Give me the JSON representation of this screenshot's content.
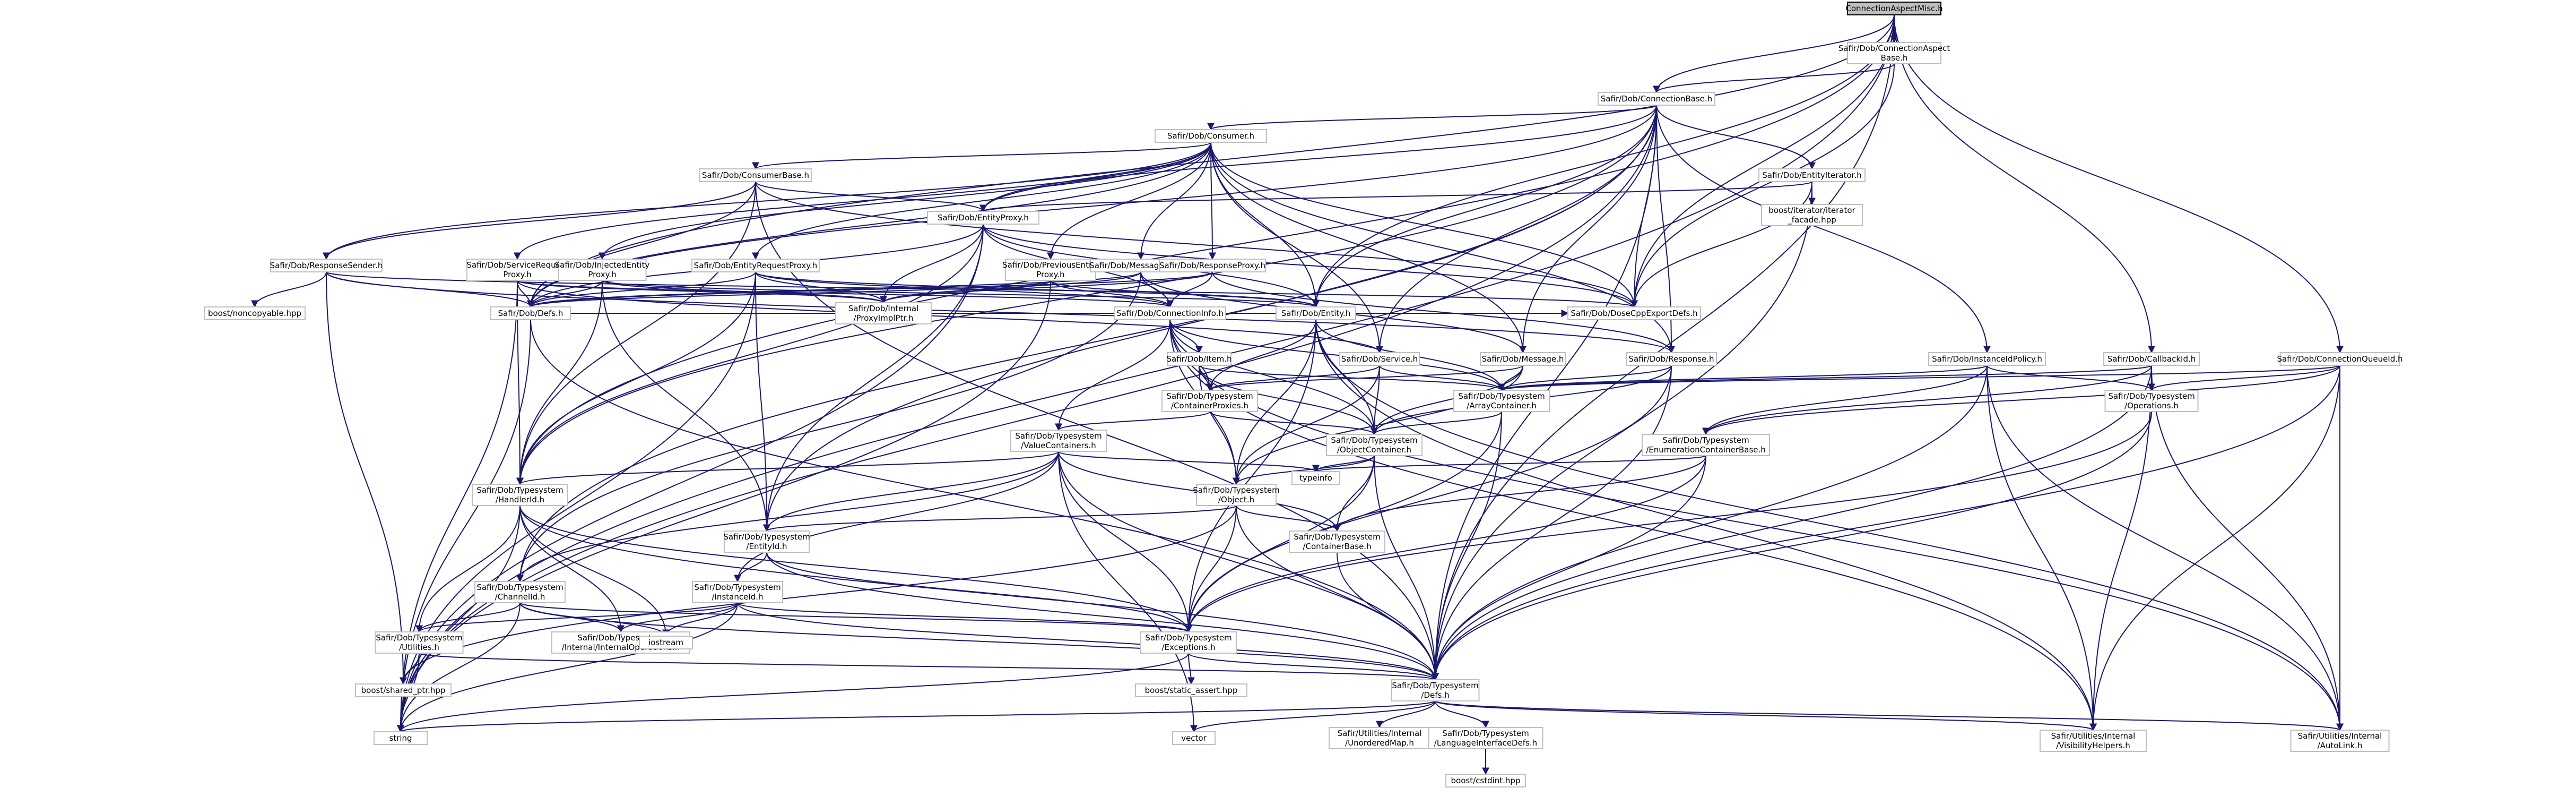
{
  "colors": {
    "edge": "#191970",
    "node_border": "#bfbfbf",
    "root_fill": "#bfbfbf",
    "text": "#000000"
  },
  "nodes": [
    {
      "id": "root",
      "lines": [
        "ConnectionAspectMisc.h"
      ],
      "root": true
    },
    {
      "id": "cab",
      "lines": [
        "Safir/Dob/ConnectionAspect",
        "Base.h"
      ]
    },
    {
      "id": "cb",
      "lines": [
        "Safir/Dob/ConnectionBase.h"
      ]
    },
    {
      "id": "consumer",
      "lines": [
        "Safir/Dob/Consumer.h"
      ]
    },
    {
      "id": "consumerbase",
      "lines": [
        "Safir/Dob/ConsumerBase.h"
      ]
    },
    {
      "id": "entityiter",
      "lines": [
        "Safir/Dob/EntityIterator.h"
      ]
    },
    {
      "id": "boostiter",
      "lines": [
        "boost/iterator/iterator",
        "_facade.hpp"
      ]
    },
    {
      "id": "entityproxy",
      "lines": [
        "Safir/Dob/EntityProxy.h"
      ]
    },
    {
      "id": "respsender",
      "lines": [
        "Safir/Dob/ResponseSender.h"
      ]
    },
    {
      "id": "srvreq",
      "lines": [
        "Safir/Dob/ServiceRequest",
        "Proxy.h"
      ]
    },
    {
      "id": "injent",
      "lines": [
        "Safir/Dob/InjectedEntity",
        "Proxy.h"
      ]
    },
    {
      "id": "entreq",
      "lines": [
        "Safir/Dob/EntityRequestProxy.h"
      ]
    },
    {
      "id": "prevent",
      "lines": [
        "Safir/Dob/PreviousEntity",
        "Proxy.h"
      ]
    },
    {
      "id": "msgproxy",
      "lines": [
        "Safir/Dob/MessageProxy.h"
      ]
    },
    {
      "id": "respproxy",
      "lines": [
        "Safir/Dob/ResponseProxy.h"
      ]
    },
    {
      "id": "noncopy",
      "lines": [
        "boost/noncopyable.hpp"
      ]
    },
    {
      "id": "defs",
      "lines": [
        "Safir/Dob/Defs.h"
      ]
    },
    {
      "id": "implptr",
      "lines": [
        "Safir/Dob/Internal",
        "/ProxyImplPtr.h"
      ]
    },
    {
      "id": "conninfo",
      "lines": [
        "Safir/Dob/ConnectionInfo.h"
      ]
    },
    {
      "id": "entity",
      "lines": [
        "Safir/Dob/Entity.h"
      ]
    },
    {
      "id": "cppexp",
      "lines": [
        "Safir/Dob/DoseCppExportDefs.h"
      ]
    },
    {
      "id": "item",
      "lines": [
        "Safir/Dob/Item.h"
      ]
    },
    {
      "id": "service",
      "lines": [
        "Safir/Dob/Service.h"
      ]
    },
    {
      "id": "message",
      "lines": [
        "Safir/Dob/Message.h"
      ]
    },
    {
      "id": "response",
      "lines": [
        "Safir/Dob/Response.h"
      ]
    },
    {
      "id": "instpolicy",
      "lines": [
        "Safir/Dob/InstanceIdPolicy.h"
      ]
    },
    {
      "id": "callbackid",
      "lines": [
        "Safir/Dob/CallbackId.h"
      ]
    },
    {
      "id": "connqueue",
      "lines": [
        "Safir/Dob/ConnectionQueueId.h"
      ]
    },
    {
      "id": "contproxies",
      "lines": [
        "Safir/Dob/Typesystem",
        "/ContainerProxies.h"
      ]
    },
    {
      "id": "arraycont",
      "lines": [
        "Safir/Dob/Typesystem",
        "/ArrayContainer.h"
      ]
    },
    {
      "id": "operations",
      "lines": [
        "Safir/Dob/Typesystem",
        "/Operations.h"
      ]
    },
    {
      "id": "valueconts",
      "lines": [
        "Safir/Dob/Typesystem",
        "/ValueContainers.h"
      ]
    },
    {
      "id": "objcont",
      "lines": [
        "Safir/Dob/Typesystem",
        "/ObjectContainer.h"
      ]
    },
    {
      "id": "enumcont",
      "lines": [
        "Safir/Dob/Typesystem",
        "/EnumerationContainerBase.h"
      ]
    },
    {
      "id": "typeinfo",
      "lines": [
        "typeinfo"
      ]
    },
    {
      "id": "handlerid",
      "lines": [
        "Safir/Dob/Typesystem",
        "/HandlerId.h"
      ]
    },
    {
      "id": "object",
      "lines": [
        "Safir/Dob/Typesystem",
        "/Object.h"
      ]
    },
    {
      "id": "contbase",
      "lines": [
        "Safir/Dob/Typesystem",
        "/ContainerBase.h"
      ]
    },
    {
      "id": "entityid",
      "lines": [
        "Safir/Dob/Typesystem",
        "/EntityId.h"
      ]
    },
    {
      "id": "channelid",
      "lines": [
        "Safir/Dob/Typesystem",
        "/ChannelId.h"
      ]
    },
    {
      "id": "instid",
      "lines": [
        "Safir/Dob/Typesystem",
        "/InstanceId.h"
      ]
    },
    {
      "id": "utilities",
      "lines": [
        "Safir/Dob/Typesystem",
        "/Utilities.h"
      ]
    },
    {
      "id": "internalops",
      "lines": [
        "Safir/Dob/Typesystem",
        "/Internal/InternalOperations.h"
      ]
    },
    {
      "id": "iostream",
      "lines": [
        "iostream"
      ]
    },
    {
      "id": "exceptions",
      "lines": [
        "Safir/Dob/Typesystem",
        "/Exceptions.h"
      ]
    },
    {
      "id": "sharedptr",
      "lines": [
        "boost/shared_ptr.hpp"
      ]
    },
    {
      "id": "staticassert",
      "lines": [
        "boost/static_assert.hpp"
      ]
    },
    {
      "id": "tsdefs",
      "lines": [
        "Safir/Dob/Typesystem",
        "/Defs.h"
      ]
    },
    {
      "id": "string",
      "lines": [
        "string"
      ]
    },
    {
      "id": "vector",
      "lines": [
        "vector"
      ]
    },
    {
      "id": "unordered",
      "lines": [
        "Safir/Utilities/Internal",
        "/UnorderedMap.h"
      ]
    },
    {
      "id": "langiface",
      "lines": [
        "Safir/Dob/Typesystem",
        "/LanguageInterfaceDefs.h"
      ]
    },
    {
      "id": "cstdint",
      "lines": [
        "boost/cstdint.hpp"
      ]
    },
    {
      "id": "visibility",
      "lines": [
        "Safir/Utilities/Internal",
        "/VisibilityHelpers.h"
      ]
    },
    {
      "id": "autolink",
      "lines": [
        "Safir/Utilities/Internal",
        "/AutoLink.h"
      ]
    }
  ],
  "edges": [
    [
      "root",
      "cab"
    ],
    [
      "root",
      "cb"
    ],
    [
      "root",
      "entity"
    ],
    [
      "root",
      "cppexp"
    ],
    [
      "root",
      "callbackid"
    ],
    [
      "root",
      "connqueue"
    ],
    [
      "root",
      "tsdefs"
    ],
    [
      "root",
      "string"
    ],
    [
      "root",
      "defs"
    ],
    [
      "root",
      "handlerid"
    ],
    [
      "cab",
      "cb"
    ],
    [
      "cab",
      "cppexp"
    ],
    [
      "cb",
      "consumer"
    ],
    [
      "cb",
      "entityiter"
    ],
    [
      "cb",
      "entityproxy"
    ],
    [
      "cb",
      "cppexp"
    ],
    [
      "cb",
      "defs"
    ],
    [
      "cb",
      "handlerid"
    ],
    [
      "cb",
      "entityid"
    ],
    [
      "cb",
      "channelid"
    ],
    [
      "cb",
      "instpolicy"
    ],
    [
      "cb",
      "message"
    ],
    [
      "cb",
      "response"
    ],
    [
      "cb",
      "service"
    ],
    [
      "cb",
      "string"
    ],
    [
      "cb",
      "entity"
    ],
    [
      "cb",
      "tsdefs"
    ],
    [
      "consumer",
      "consumerbase"
    ],
    [
      "consumer",
      "entityproxy"
    ],
    [
      "consumer",
      "respsender"
    ],
    [
      "consumer",
      "srvreq"
    ],
    [
      "consumer",
      "injent"
    ],
    [
      "consumer",
      "entreq"
    ],
    [
      "consumer",
      "prevent"
    ],
    [
      "consumer",
      "msgproxy"
    ],
    [
      "consumer",
      "respproxy"
    ],
    [
      "consumer",
      "cppexp"
    ],
    [
      "consumer",
      "defs"
    ],
    [
      "consumer",
      "entity"
    ],
    [
      "consumer",
      "service"
    ],
    [
      "consumer",
      "message"
    ],
    [
      "consumer",
      "response"
    ],
    [
      "consumerbase",
      "respsender"
    ],
    [
      "consumerbase",
      "entityproxy"
    ],
    [
      "consumerbase",
      "cppexp"
    ],
    [
      "consumerbase",
      "defs"
    ],
    [
      "consumerbase",
      "handlerid"
    ],
    [
      "consumerbase",
      "tsdefs"
    ],
    [
      "entityiter",
      "boostiter"
    ],
    [
      "entityiter",
      "entityproxy"
    ],
    [
      "entityiter",
      "cppexp"
    ],
    [
      "entityiter",
      "tsdefs"
    ],
    [
      "entityproxy",
      "entity"
    ],
    [
      "entityproxy",
      "conninfo"
    ],
    [
      "entityproxy",
      "implptr"
    ],
    [
      "entityproxy",
      "cppexp"
    ],
    [
      "entityproxy",
      "defs"
    ],
    [
      "entityproxy",
      "handlerid"
    ],
    [
      "entityproxy",
      "entityid"
    ],
    [
      "entityproxy",
      "string"
    ],
    [
      "respsender",
      "noncopy"
    ],
    [
      "respsender",
      "defs"
    ],
    [
      "respsender",
      "response"
    ],
    [
      "respsender",
      "cppexp"
    ],
    [
      "respsender",
      "sharedptr"
    ],
    [
      "srvreq",
      "service"
    ],
    [
      "srvreq",
      "conninfo"
    ],
    [
      "srvreq",
      "implptr"
    ],
    [
      "srvreq",
      "defs"
    ],
    [
      "srvreq",
      "handlerid"
    ],
    [
      "srvreq",
      "string"
    ],
    [
      "injent",
      "entity"
    ],
    [
      "injent",
      "implptr"
    ],
    [
      "injent",
      "defs"
    ],
    [
      "injent",
      "entityid"
    ],
    [
      "injent",
      "handlerid"
    ],
    [
      "entreq",
      "entity"
    ],
    [
      "entreq",
      "conninfo"
    ],
    [
      "entreq",
      "implptr"
    ],
    [
      "entreq",
      "defs"
    ],
    [
      "entreq",
      "handlerid"
    ],
    [
      "entreq",
      "entityid"
    ],
    [
      "entreq",
      "string"
    ],
    [
      "prevent",
      "entity"
    ],
    [
      "prevent",
      "conninfo"
    ],
    [
      "prevent",
      "implptr"
    ],
    [
      "prevent",
      "defs"
    ],
    [
      "prevent",
      "string"
    ],
    [
      "msgproxy",
      "message"
    ],
    [
      "msgproxy",
      "conninfo"
    ],
    [
      "msgproxy",
      "implptr"
    ],
    [
      "msgproxy",
      "defs"
    ],
    [
      "msgproxy",
      "channelid"
    ],
    [
      "respproxy",
      "response"
    ],
    [
      "respproxy",
      "conninfo"
    ],
    [
      "respproxy",
      "implptr"
    ],
    [
      "respproxy",
      "defs"
    ],
    [
      "defs",
      "cppexp"
    ],
    [
      "defs",
      "tsdefs"
    ],
    [
      "defs",
      "string"
    ],
    [
      "implptr",
      "cppexp"
    ],
    [
      "conninfo",
      "item"
    ],
    [
      "conninfo",
      "valueconts"
    ],
    [
      "conninfo",
      "contproxies"
    ],
    [
      "conninfo",
      "arraycont"
    ],
    [
      "conninfo",
      "objcont"
    ],
    [
      "conninfo",
      "object"
    ],
    [
      "conninfo",
      "visibility"
    ],
    [
      "conninfo",
      "autolink"
    ],
    [
      "entity",
      "object"
    ],
    [
      "entity",
      "objcont"
    ],
    [
      "entity",
      "contproxies"
    ],
    [
      "entity",
      "arraycont"
    ],
    [
      "entity",
      "visibility"
    ],
    [
      "entity",
      "autolink"
    ],
    [
      "entity",
      "exceptions"
    ],
    [
      "item",
      "contproxies"
    ],
    [
      "item",
      "arraycont"
    ],
    [
      "item",
      "objcont"
    ],
    [
      "item",
      "object"
    ],
    [
      "service",
      "contproxies"
    ],
    [
      "service",
      "arraycont"
    ],
    [
      "service",
      "objcont"
    ],
    [
      "service",
      "object"
    ],
    [
      "message",
      "contproxies"
    ],
    [
      "message",
      "arraycont"
    ],
    [
      "message",
      "objcont"
    ],
    [
      "message",
      "object"
    ],
    [
      "response",
      "arraycont"
    ],
    [
      "response",
      "objcont"
    ],
    [
      "response",
      "exceptions"
    ],
    [
      "response",
      "tsdefs"
    ],
    [
      "instpolicy",
      "arraycont"
    ],
    [
      "instpolicy",
      "enumcont"
    ],
    [
      "instpolicy",
      "operations"
    ],
    [
      "instpolicy",
      "tsdefs"
    ],
    [
      "instpolicy",
      "visibility"
    ],
    [
      "instpolicy",
      "autolink"
    ],
    [
      "callbackid",
      "arraycont"
    ],
    [
      "callbackid",
      "enumcont"
    ],
    [
      "callbackid",
      "operations"
    ],
    [
      "callbackid",
      "tsdefs"
    ],
    [
      "callbackid",
      "visibility"
    ],
    [
      "callbackid",
      "autolink"
    ],
    [
      "connqueue",
      "arraycont"
    ],
    [
      "connqueue",
      "enumcont"
    ],
    [
      "connqueue",
      "operations"
    ],
    [
      "connqueue",
      "tsdefs"
    ],
    [
      "connqueue",
      "visibility"
    ],
    [
      "connqueue",
      "autolink"
    ],
    [
      "contproxies",
      "valueconts"
    ],
    [
      "contproxies",
      "objcont"
    ],
    [
      "arraycont",
      "objcont"
    ],
    [
      "arraycont",
      "exceptions"
    ],
    [
      "arraycont",
      "tsdefs"
    ],
    [
      "operations",
      "exceptions"
    ],
    [
      "operations",
      "tsdefs"
    ],
    [
      "valueconts",
      "handlerid"
    ],
    [
      "valueconts",
      "entityid"
    ],
    [
      "valueconts",
      "channelid"
    ],
    [
      "valueconts",
      "instid"
    ],
    [
      "valueconts",
      "contbase"
    ],
    [
      "valueconts",
      "exceptions"
    ],
    [
      "valueconts",
      "typeinfo"
    ],
    [
      "valueconts",
      "tsdefs"
    ],
    [
      "valueconts",
      "vector"
    ],
    [
      "objcont",
      "object"
    ],
    [
      "objcont",
      "contbase"
    ],
    [
      "objcont",
      "typeinfo"
    ],
    [
      "objcont",
      "tsdefs"
    ],
    [
      "objcont",
      "exceptions"
    ],
    [
      "enumcont",
      "contbase"
    ],
    [
      "enumcont",
      "exceptions"
    ],
    [
      "enumcont",
      "tsdefs"
    ],
    [
      "enumcont",
      "typeinfo"
    ],
    [
      "handlerid",
      "utilities"
    ],
    [
      "handlerid",
      "internalops"
    ],
    [
      "handlerid",
      "iostream"
    ],
    [
      "handlerid",
      "tsdefs"
    ],
    [
      "handlerid",
      "string"
    ],
    [
      "handlerid",
      "exceptions"
    ],
    [
      "object",
      "entityid"
    ],
    [
      "object",
      "contbase"
    ],
    [
      "object",
      "exceptions"
    ],
    [
      "object",
      "tsdefs"
    ],
    [
      "object",
      "sharedptr"
    ],
    [
      "contbase",
      "tsdefs"
    ],
    [
      "entityid",
      "instid"
    ],
    [
      "entityid",
      "tsdefs"
    ],
    [
      "entityid",
      "exceptions"
    ],
    [
      "channelid",
      "utilities"
    ],
    [
      "channelid",
      "internalops"
    ],
    [
      "channelid",
      "iostream"
    ],
    [
      "channelid",
      "tsdefs"
    ],
    [
      "channelid",
      "string"
    ],
    [
      "channelid",
      "exceptions"
    ],
    [
      "instid",
      "utilities"
    ],
    [
      "instid",
      "internalops"
    ],
    [
      "instid",
      "iostream"
    ],
    [
      "instid",
      "tsdefs"
    ],
    [
      "instid",
      "string"
    ],
    [
      "instid",
      "exceptions"
    ],
    [
      "utilities",
      "tsdefs"
    ],
    [
      "utilities",
      "string"
    ],
    [
      "utilities",
      "sharedptr"
    ],
    [
      "exceptions",
      "tsdefs"
    ],
    [
      "exceptions",
      "string"
    ],
    [
      "exceptions",
      "staticassert"
    ],
    [
      "tsdefs",
      "unordered"
    ],
    [
      "tsdefs",
      "langiface"
    ],
    [
      "tsdefs",
      "vector"
    ],
    [
      "tsdefs",
      "string"
    ],
    [
      "tsdefs",
      "visibility"
    ],
    [
      "tsdefs",
      "autolink"
    ],
    [
      "langiface",
      "cstdint"
    ]
  ]
}
